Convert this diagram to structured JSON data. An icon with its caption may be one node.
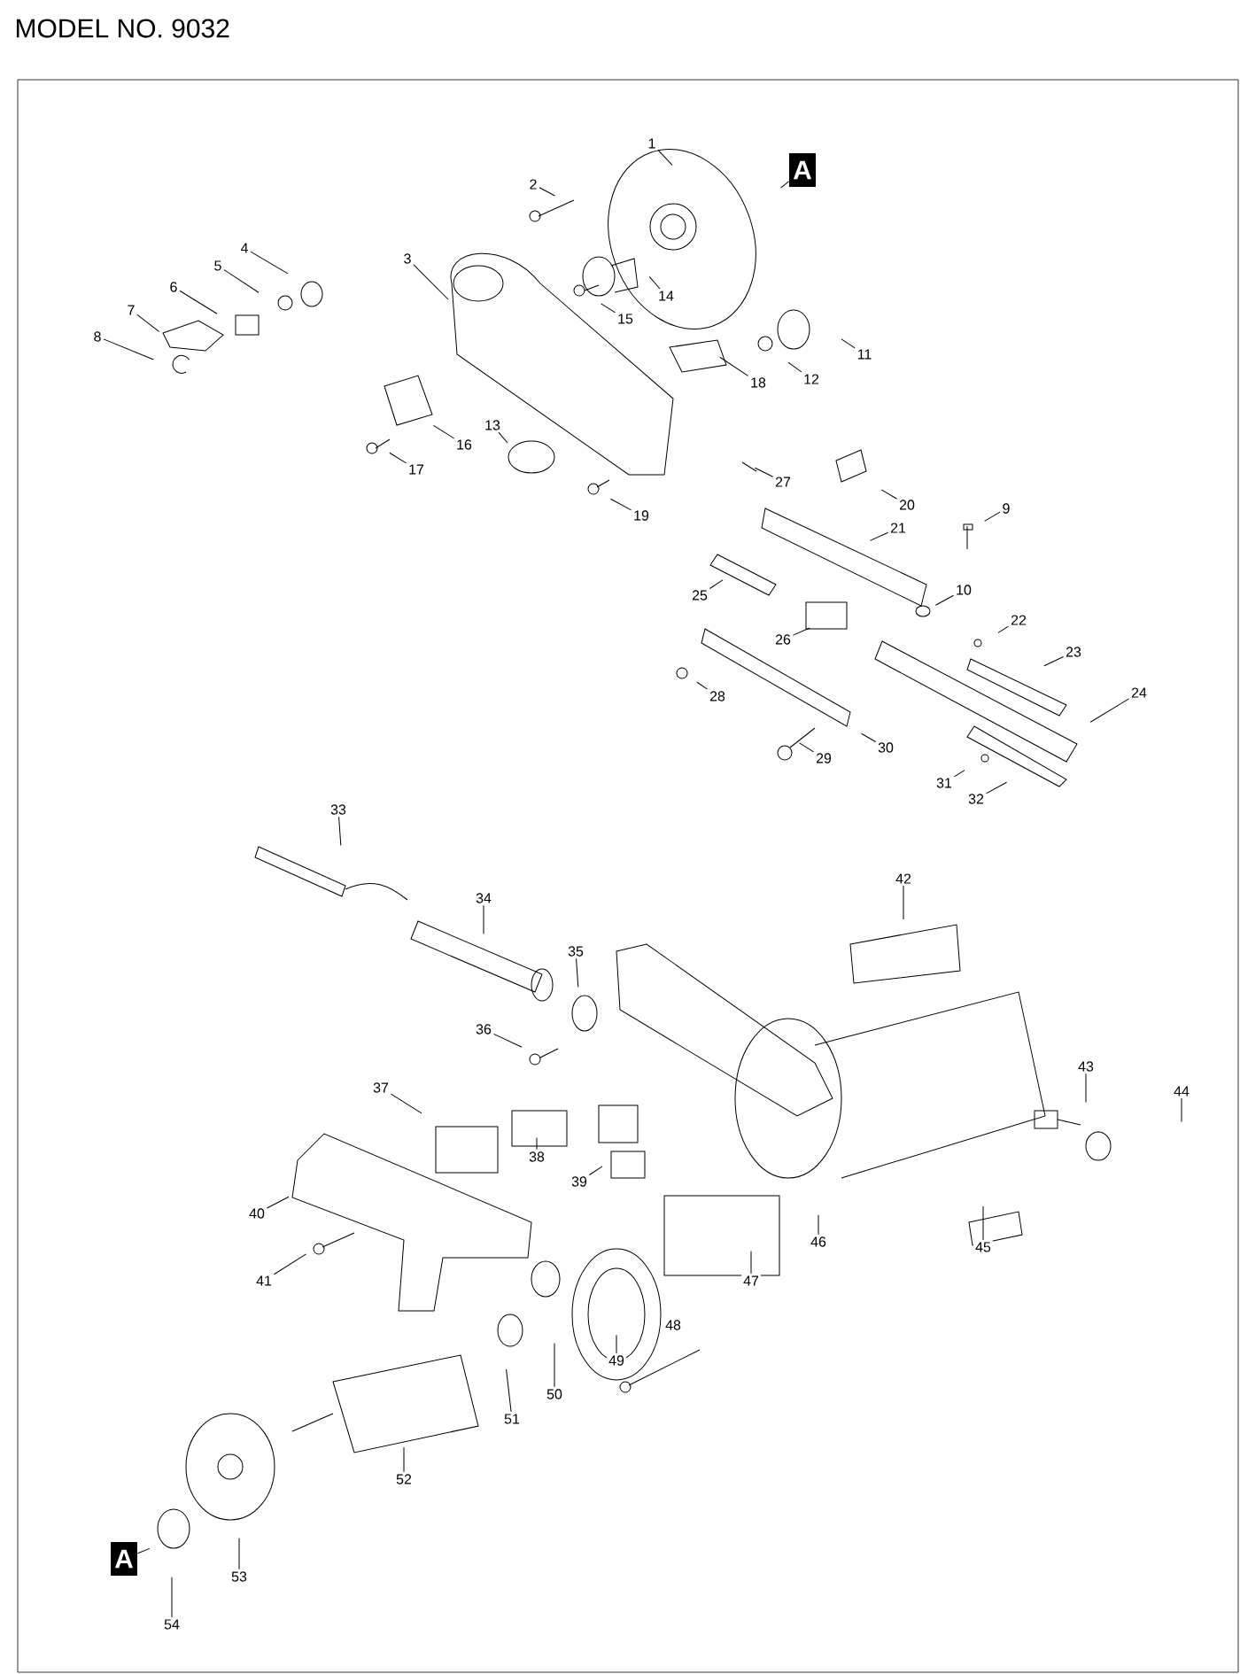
{
  "diagram": {
    "title": "MODEL NO. 9032",
    "nodes": [
      {
        "text": [
          "1"
        ]
      },
      {
        "text": [
          "2"
        ]
      },
      {
        "text": [
          "3"
        ]
      },
      {
        "text": [
          "4"
        ]
      },
      {
        "text": [
          "5"
        ]
      },
      {
        "text": [
          "6"
        ]
      },
      {
        "text": [
          "7"
        ]
      },
      {
        "text": [
          "8"
        ]
      },
      {
        "text": [
          "9"
        ]
      },
      {
        "text": [
          "10"
        ]
      },
      {
        "text": [
          "11"
        ]
      },
      {
        "text": [
          "12"
        ]
      },
      {
        "text": [
          "13"
        ]
      },
      {
        "text": [
          "14"
        ]
      },
      {
        "text": [
          "15"
        ]
      },
      {
        "text": [
          "16"
        ]
      },
      {
        "text": [
          "17"
        ]
      },
      {
        "text": [
          "18"
        ]
      },
      {
        "text": [
          "19"
        ]
      },
      {
        "text": [
          "20"
        ]
      },
      {
        "text": [
          "21"
        ]
      },
      {
        "text": [
          "22"
        ]
      },
      {
        "text": [
          "23"
        ]
      },
      {
        "text": [
          "24"
        ]
      },
      {
        "text": [
          "25"
        ]
      },
      {
        "text": [
          "26"
        ]
      },
      {
        "text": [
          "27"
        ]
      },
      {
        "text": [
          "28"
        ]
      },
      {
        "text": [
          "29"
        ]
      },
      {
        "text": [
          "30"
        ]
      },
      {
        "text": [
          "31"
        ]
      },
      {
        "text": [
          "32"
        ]
      },
      {
        "text": [
          "33"
        ]
      },
      {
        "text": [
          "34"
        ]
      },
      {
        "text": [
          "35"
        ]
      },
      {
        "text": [
          "36"
        ]
      },
      {
        "text": [
          "37"
        ]
      },
      {
        "text": [
          "38"
        ]
      },
      {
        "text": [
          "39"
        ]
      },
      {
        "text": [
          "40"
        ]
      },
      {
        "text": [
          "41"
        ]
      },
      {
        "text": [
          "42"
        ]
      },
      {
        "text": [
          "43"
        ]
      },
      {
        "text": [
          "44"
        ]
      },
      {
        "text": [
          "45"
        ]
      },
      {
        "text": [
          "46"
        ]
      },
      {
        "text": [
          "47"
        ]
      },
      {
        "text": [
          "48"
        ]
      },
      {
        "text": [
          "49"
        ]
      },
      {
        "text": [
          "50"
        ]
      },
      {
        "text": [
          "51"
        ]
      },
      {
        "text": [
          "52"
        ]
      },
      {
        "text": [
          "53"
        ]
      },
      {
        "text": [
          "54"
        ]
      },
      {
        "text": [
          "A"
        ]
      },
      {
        "text": [
          "A"
        ]
      }
    ],
    "edges": [
      {
        "from": 0,
        "to": null,
        "arrow": "none"
      },
      {
        "from": 1,
        "to": null,
        "arrow": "none"
      },
      {
        "from": 2,
        "to": null,
        "arrow": "none"
      },
      {
        "from": 3,
        "to": null,
        "arrow": "none"
      },
      {
        "from": 4,
        "to": null,
        "arrow": "none"
      },
      {
        "from": 5,
        "to": null,
        "arrow": "none"
      },
      {
        "from": 6,
        "to": null,
        "arrow": "none"
      },
      {
        "from": 7,
        "to": null,
        "arrow": "none"
      },
      {
        "from": 8,
        "to": null,
        "arrow": "none"
      },
      {
        "from": 9,
        "to": null,
        "arrow": "none"
      },
      {
        "from": 10,
        "to": null,
        "arrow": "none"
      },
      {
        "from": 11,
        "to": null,
        "arrow": "none"
      },
      {
        "from": 12,
        "to": null,
        "arrow": "none"
      },
      {
        "from": 13,
        "to": null,
        "arrow": "none"
      },
      {
        "from": 14,
        "to": null,
        "arrow": "none"
      },
      {
        "from": 15,
        "to": null,
        "arrow": "none"
      },
      {
        "from": 16,
        "to": null,
        "arrow": "none"
      },
      {
        "from": 17,
        "to": null,
        "arrow": "none"
      },
      {
        "from": 18,
        "to": null,
        "arrow": "none"
      },
      {
        "from": 19,
        "to": null,
        "arrow": "none"
      },
      {
        "from": 20,
        "to": null,
        "arrow": "none"
      },
      {
        "from": 21,
        "to": null,
        "arrow": "none"
      },
      {
        "from": 22,
        "to": null,
        "arrow": "none"
      },
      {
        "from": 23,
        "to": null,
        "arrow": "none"
      },
      {
        "from": 24,
        "to": null,
        "arrow": "none"
      },
      {
        "from": 25,
        "to": null,
        "arrow": "none"
      },
      {
        "from": 26,
        "to": null,
        "arrow": "none"
      },
      {
        "from": 27,
        "to": null,
        "arrow": "none"
      },
      {
        "from": 28,
        "to": null,
        "arrow": "none"
      },
      {
        "from": 29,
        "to": null,
        "arrow": "none"
      },
      {
        "from": 30,
        "to": null,
        "arrow": "none"
      },
      {
        "from": 31,
        "to": null,
        "arrow": "none"
      },
      {
        "from": 32,
        "to": null,
        "arrow": "none"
      },
      {
        "from": 33,
        "to": null,
        "arrow": "none"
      },
      {
        "from": 34,
        "to": null,
        "arrow": "none"
      },
      {
        "from": 35,
        "to": null,
        "arrow": "none"
      },
      {
        "from": 36,
        "to": null,
        "arrow": "none"
      },
      {
        "from": 37,
        "to": null,
        "arrow": "none"
      },
      {
        "from": 38,
        "to": null,
        "arrow": "none"
      },
      {
        "from": 39,
        "to": null,
        "arrow": "none"
      },
      {
        "from": 40,
        "to": null,
        "arrow": "none"
      },
      {
        "from": 41,
        "to": null,
        "arrow": "none"
      },
      {
        "from": 42,
        "to": null,
        "arrow": "none"
      },
      {
        "from": 43,
        "to": null,
        "arrow": "none"
      },
      {
        "from": 44,
        "to": null,
        "arrow": "none"
      },
      {
        "from": 45,
        "to": null,
        "arrow": "none"
      },
      {
        "from": 46,
        "to": null,
        "arrow": "none"
      },
      {
        "from": 48,
        "to": null,
        "arrow": "none"
      },
      {
        "from": 49,
        "to": null,
        "arrow": "none"
      },
      {
        "from": 50,
        "to": null,
        "arrow": "none"
      },
      {
        "from": 51,
        "to": null,
        "arrow": "none"
      },
      {
        "from": 52,
        "to": null,
        "arrow": "none"
      },
      {
        "from": 53,
        "to": null,
        "arrow": "none"
      },
      {
        "from": 54,
        "to": null,
        "arrow": "none"
      },
      {
        "from": 55,
        "to": null,
        "arrow": "none"
      }
    ]
  }
}
